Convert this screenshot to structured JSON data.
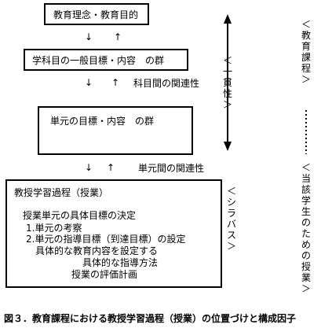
{
  "boxes": {
    "box1": {
      "label": "教育理念・教育目的"
    },
    "box2": {
      "label": "学科目の一般目標・内容　の群"
    },
    "box3": {
      "label": "単元の目標・内容　の群"
    },
    "box4": {
      "title": "教授学習過程（授業）",
      "lines": [
        "授業単元の具体目標の決定",
        "1.単元の考察",
        "2.単元の指導目標（到達目標）の設定",
        "具体的な教育内容を設定する",
        "具体的な指導方法",
        "授業の評価計画"
      ]
    }
  },
  "links": {
    "link1": {
      "down": "↓",
      "up": "↑"
    },
    "link2": {
      "down": "↓",
      "up": "↑",
      "label": "科目間の関連性"
    },
    "link3": {
      "down": "↓",
      "up": "↑",
      "label": "単元間の関連性"
    }
  },
  "side": {
    "consistency": [
      "＜",
      "一",
      "貫",
      "性",
      "＞"
    ],
    "syllabus": [
      "＜",
      "シ",
      "ラ",
      "バ",
      "ス",
      "＞"
    ],
    "curriculum": [
      "＜",
      "教",
      "育",
      "課",
      "程",
      "＞"
    ],
    "student": [
      "＜",
      "当",
      "該",
      "学",
      "生",
      "の",
      "た",
      "め",
      "の",
      "授",
      "業",
      "＞"
    ]
  },
  "caption": "図３．教育課程における教授学習過程（授業）の位置づけと構成因子"
}
